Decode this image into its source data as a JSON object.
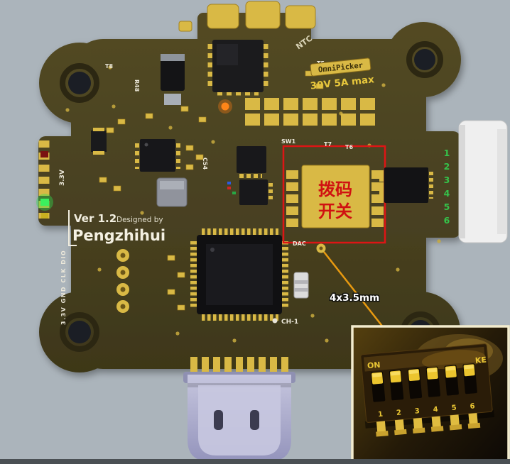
{
  "colors": {
    "background": "#abb4bb",
    "board": "#49411f",
    "pad_gold": "#d9b945",
    "annotation_red": "#dd1515",
    "annotation_orange": "#e89a10",
    "silkscreen_white": "#ece8da",
    "pin_number_green": "#35c24a",
    "usb_lavender": "#b0b0d0"
  },
  "silkscreen": {
    "version": "Ver 1.2",
    "designed_by": "Designed by",
    "designer": "Pengzhihui",
    "rail_3v3": "3.3V",
    "ntc": "NTC",
    "t8": "T8",
    "r48": "R48",
    "c54": "C54",
    "sw1": "SW1",
    "t7": "T7",
    "t6": "T6",
    "t5": "T5",
    "dac": "DAC",
    "ch1": "CH-1",
    "debug_header": "3.3V GND CLK DIO"
  },
  "ratings": {
    "brand": "OmniPicker",
    "max": "30V 5A max"
  },
  "connector": {
    "pins": [
      "1",
      "2",
      "3",
      "4",
      "5",
      "6"
    ]
  },
  "annotations": {
    "dip_line1": "拨码",
    "dip_line2": "开关",
    "dimension": "4x3.5mm"
  },
  "inset": {
    "on": "ON",
    "brand_partial": "KE",
    "numbers": [
      "1",
      "2",
      "3",
      "4",
      "5",
      "6"
    ]
  }
}
